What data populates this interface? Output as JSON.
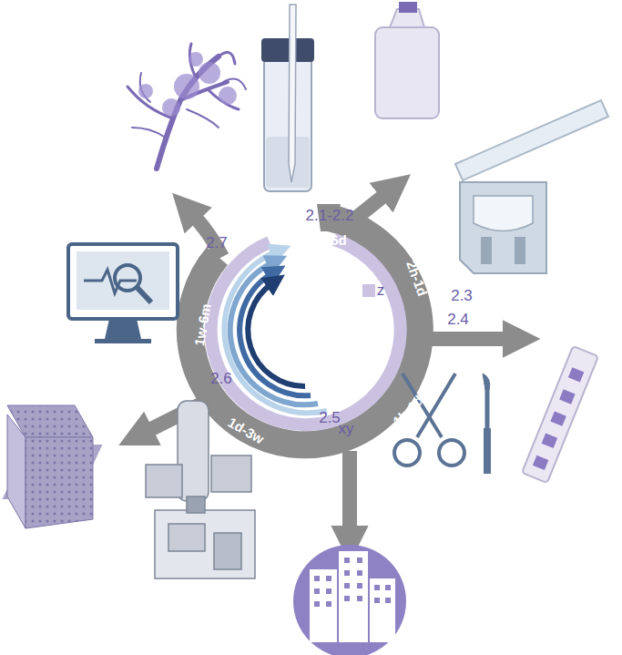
{
  "diagram": {
    "labels": [
      "2.1-2.2",
      "5d",
      "2.3",
      "2h-1d",
      "2.4",
      "1h-1d",
      "2.5",
      "1d-3w",
      "2.6",
      "1w-6m",
      "2.7",
      "z",
      "xy"
    ]
  }
}
